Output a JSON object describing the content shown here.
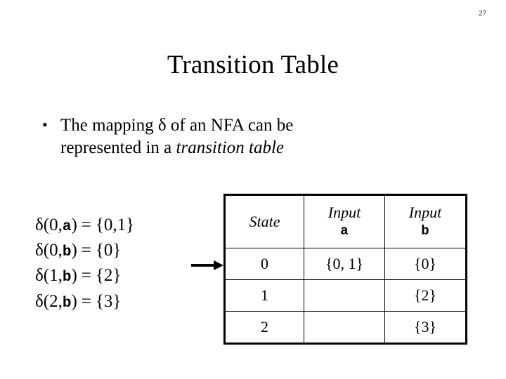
{
  "slide": {
    "page_number": "27",
    "title": "Transition Table",
    "bullet": {
      "marker": "•",
      "text_plain": "The mapping δ of an NFA can be represented in a transition table",
      "text_lead": "The mapping δ of an NFA can be",
      "text_line2_prefix": "represented in a ",
      "text_line2_italic": "transition table"
    },
    "delta_equations": [
      {
        "func": "δ(0,",
        "symbol": "a",
        "close": ")",
        "equals": "=",
        "result": "{0,1}"
      },
      {
        "func": "δ(0,",
        "symbol": "b",
        "close": ")",
        "equals": "=",
        "result": "{0}"
      },
      {
        "func": "δ(1,",
        "symbol": "b",
        "close": ")",
        "equals": "=",
        "result": "{2}"
      },
      {
        "func": "δ(2,",
        "symbol": "b",
        "close": ")",
        "equals": "=",
        "result": "{3}"
      }
    ],
    "arrow": {
      "name": "right-arrow",
      "direction": "right"
    },
    "table": {
      "headers": [
        {
          "label": "State",
          "symbol": ""
        },
        {
          "label": "Input",
          "symbol": "a"
        },
        {
          "label": "Input",
          "symbol": "b"
        }
      ],
      "rows": [
        {
          "state": "0",
          "input_a": "{0, 1}",
          "input_b": "{0}"
        },
        {
          "state": "1",
          "input_a": "",
          "input_b": "{2}"
        },
        {
          "state": "2",
          "input_a": "",
          "input_b": "{3}"
        }
      ]
    }
  },
  "colors": {
    "background": "#ffffff",
    "text": "#000000",
    "table_border": "#000000"
  }
}
